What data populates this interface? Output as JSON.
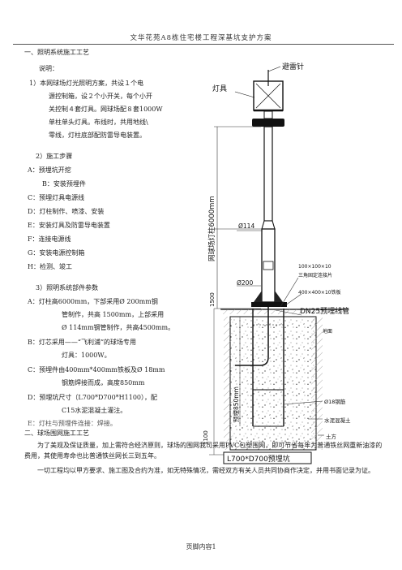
{
  "header": {
    "title": "文华花苑A8栋住宅楼工程深基坑支护方案"
  },
  "section1": {
    "heading": "一、照明系统施工工艺",
    "note_label": "说明：",
    "note_lines": [
      "1）本网球场灯光照明方案，共设１个电",
      "源控制箱，设２个小开关，每个小开",
      "关控制４套灯具。网球场配８套1000W",
      "单柱单头灯具。布线时，共用地线\\",
      "零线，灯柱底部配防雷导电装置。"
    ],
    "steps_heading": "2）施工步骤",
    "steps": [
      "A：预埋坑开挖",
      "B：安装预埋件",
      "C：预埋灯具电源线",
      "D：灯柱制作、喷漆、安装",
      "E：安装灯具及防雷导电装置",
      "F：连接电源线",
      "G：安装电源控制箱",
      "H：检测、竣工"
    ],
    "params_heading": "3）照明系统部件参数",
    "params": [
      "A：灯柱高6000mm，下部采用Ø 200mm钢",
      "管制作，共高 1500mm，上部采用",
      "Ø 114mm钢管制作，共高4500mm。",
      "B：灯芯采用——“飞利浦”的球场专用",
      "灯具：1000W。",
      "C：预埋件由400mm*400mm铁板及Ø 18mm",
      "钢筋焊接而成，高度850mm",
      "D：预埋坑尺寸（L700*D700*H1100），配",
      "C15水泥混凝土灌注。",
      "E：灯柱与预埋件连接：焊接。"
    ]
  },
  "section2": {
    "heading": "二、球场围网施工工艺",
    "paragraph1": "为了美观及保证质量，加上需符合经济原则，球场的围网我司采用PVC包塑围网，即可节省每年为普通铁丝网重新油漆的费用，其使用寿命也比普通铁丝网长三到五年。",
    "paragraph2": "一切工程均以甲方要求、施工图及合约为准，如无特殊情况，需经双方有关人员共同协商作决定，并用书面记录为证。"
  },
  "figure": {
    "lightning_rod": "避雷针",
    "lamp": "灯具",
    "pole_height": "网球场灯柱6000mm",
    "pipe_small": "Ø114",
    "pipe_large": "Ø200",
    "dim_1500": "1500",
    "plate1_size": "100×100×10",
    "plate1_name": "三角固定连接片",
    "plate2": "400×400×10铁板",
    "conduit": "DN25预埋线管",
    "ground": "地面",
    "dim_1100": "1100",
    "embed_depth": "预埋850mm",
    "rebar": "Ø18钢筋",
    "concrete": "水泥混凝土",
    "soil": "土方",
    "pit": "L700*D700预埋坑"
  },
  "footer": {
    "text": "页脚内容1"
  }
}
